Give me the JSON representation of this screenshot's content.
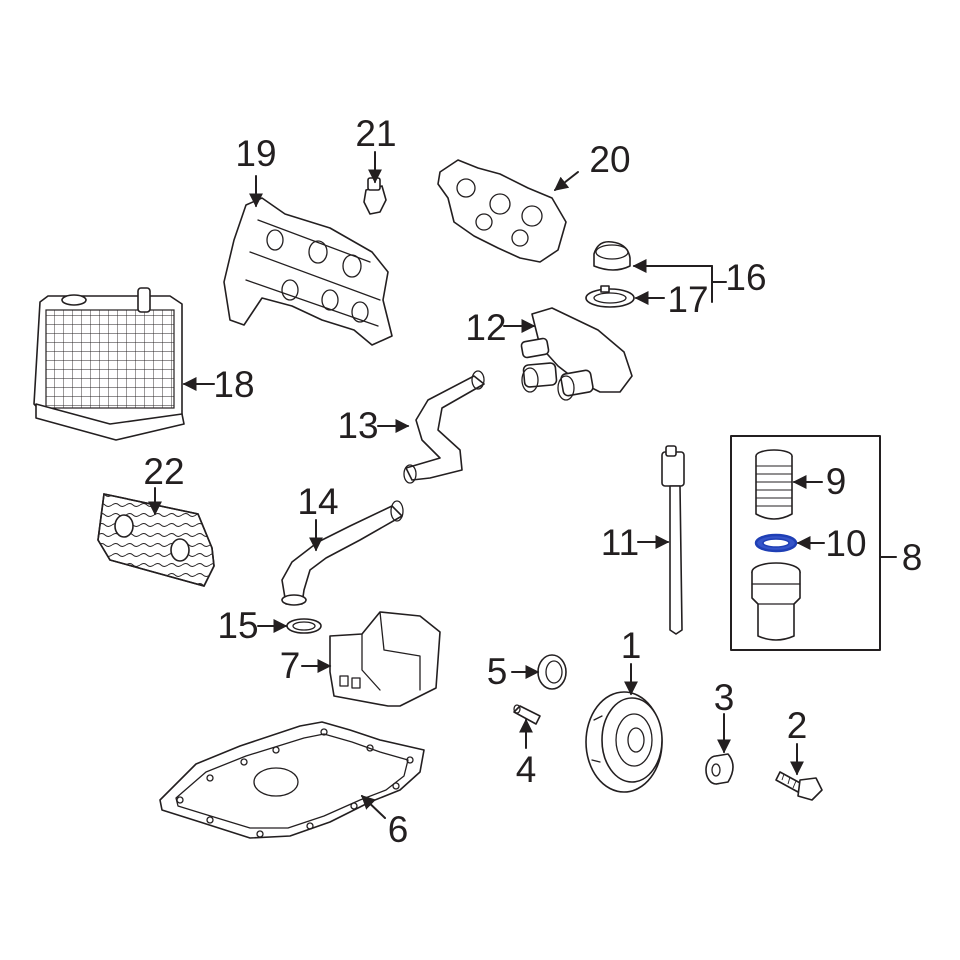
{
  "callouts": {
    "c1": "1",
    "c2": "2",
    "c3": "3",
    "c4": "4",
    "c5": "5",
    "c6": "6",
    "c7": "7",
    "c8": "8",
    "c9": "9",
    "c10": "10",
    "c11": "11",
    "c12": "12",
    "c13": "13",
    "c14": "14",
    "c15": "15",
    "c16": "16",
    "c17": "17",
    "c18": "18",
    "c19": "19",
    "c20": "20",
    "c21": "21",
    "c22": "22"
  },
  "colors": {
    "line": "#231f20",
    "highlight": "#3554c9",
    "background": "#ffffff"
  }
}
